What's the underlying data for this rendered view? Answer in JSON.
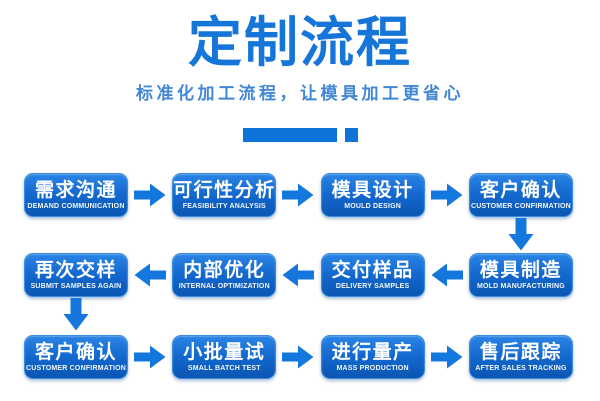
{
  "header": {
    "title": "定制流程",
    "subtitle": "标准化加工流程，让模具加工更省心"
  },
  "colors": {
    "title_blue": "#1575d8",
    "subtitle_blue": "#4287d6",
    "divider_blue": "#0f74d8",
    "box_gradient_top": "#2b84e5",
    "box_gradient_bottom": "#0b55b2",
    "arrow_blue": "#1477dd",
    "step_text": "#ffffff",
    "background": "#ffffff"
  },
  "flow": {
    "rows": [
      {
        "direction": "right",
        "steps": [
          {
            "zh": "需求沟通",
            "en": "DEMAND COMMUNICATION"
          },
          {
            "zh": "可行性分析",
            "en": "FEASIBILITY ANALYSIS"
          },
          {
            "zh": "模具设计",
            "en": "MOULD DESIGN"
          },
          {
            "zh": "客户确认",
            "en": "CUSTOMER CONFIRMATION"
          }
        ]
      },
      {
        "direction": "left",
        "steps": [
          {
            "zh": "再次交样",
            "en": "SUBMIT SAMPLES AGAIN"
          },
          {
            "zh": "内部优化",
            "en": "INTERNAL OPTIMIZATION"
          },
          {
            "zh": "交付样品",
            "en": "DELIVERY SAMPLES"
          },
          {
            "zh": "模具制造",
            "en": "MOLD MANUFACTURING"
          }
        ]
      },
      {
        "direction": "right",
        "steps": [
          {
            "zh": "客户确认",
            "en": "CUSTOMER CONFIRMATION"
          },
          {
            "zh": "小批量试",
            "en": "SMALL BATCH TEST"
          },
          {
            "zh": "进行量产",
            "en": "MASS PRODUCTION"
          },
          {
            "zh": "售后跟踪",
            "en": "AFTER SALES TRACKING"
          }
        ]
      }
    ]
  }
}
